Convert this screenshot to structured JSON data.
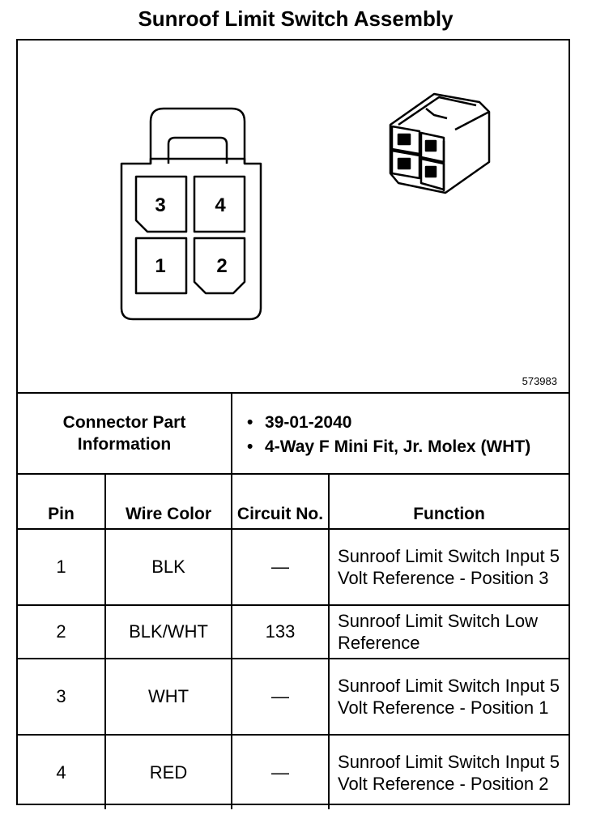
{
  "title": "Sunroof Limit Switch Assembly",
  "figure": {
    "figure_number": "573983",
    "pin_labels": [
      "3",
      "4",
      "1",
      "2"
    ],
    "icons": [
      "connector-face-icon",
      "connector-3d-icon"
    ]
  },
  "connector_info": {
    "label": "Connector Part Information",
    "items": [
      "39-01-2040",
      "4-Way F Mini Fit, Jr. Molex (WHT)"
    ]
  },
  "table": {
    "headers": {
      "pin": "Pin",
      "wire_color": "Wire Color",
      "circuit_no": "Circuit No.",
      "function": "Function"
    },
    "rows": [
      {
        "pin": "1",
        "wire_color": "BLK",
        "circuit": "—",
        "function": "Sunroof Limit Switch Input 5 Volt Reference - Position 3"
      },
      {
        "pin": "2",
        "wire_color": "BLK/WHT",
        "circuit": "133",
        "function": "Sunroof Limit Switch Low Reference"
      },
      {
        "pin": "3",
        "wire_color": "WHT",
        "circuit": "—",
        "function": "Sunroof Limit Switch Input 5 Volt Reference - Position 1"
      },
      {
        "pin": "4",
        "wire_color": "RED",
        "circuit": "—",
        "function": "Sunroof Limit Switch Input 5 Volt Reference - Position 2"
      }
    ]
  }
}
